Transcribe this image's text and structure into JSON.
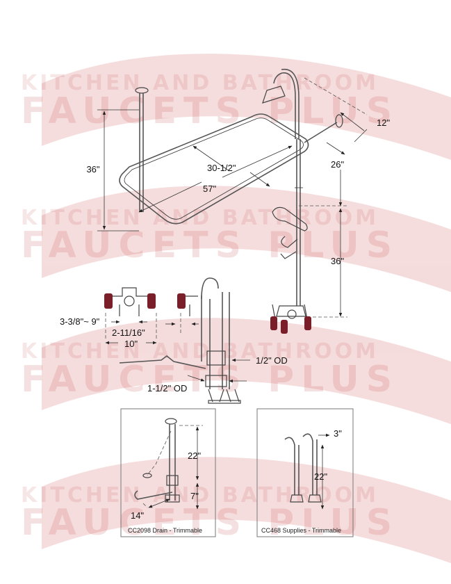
{
  "watermark": {
    "line1": "KITCHEN AND BATHROOM",
    "line2": "FAUCETS PLUS"
  },
  "dimensions": {
    "left_height": "36\"",
    "rod_width": "30-1/2\"",
    "rod_length": "57\"",
    "wall_offset": "12\"",
    "riser_top": "26\"",
    "riser_bottom": "36\"",
    "faucet_spread_range": "3-3/8\"~ 9\"",
    "faucet_inlet": "2-11/16\"",
    "faucet_width": "10\"",
    "supply_od": "1/2\" OD",
    "drain_od": "1-1/2\" OD",
    "drain_height": "22\"",
    "drain_lower": "7\"",
    "drain_length": "14\"",
    "supply_offset": "3\"",
    "supply_height": "22\""
  },
  "captions": {
    "drain": "CC2098 Drain - Trimmable",
    "supplies": "CC468 Supplies - Trimmable"
  }
}
